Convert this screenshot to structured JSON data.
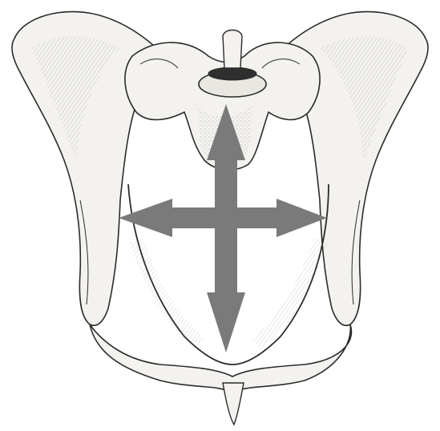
{
  "image": {
    "subject": "pelvis-bone-illustration",
    "style": "pen-and-ink",
    "colors": {
      "background": "#ffffff",
      "bone_fill": "#f3f2ee",
      "bone_shade": "#d8d6cf",
      "ink": "#2b2b2b",
      "arrow": "#7a7a7a"
    },
    "arrows": [
      "up",
      "down",
      "left",
      "right"
    ]
  }
}
